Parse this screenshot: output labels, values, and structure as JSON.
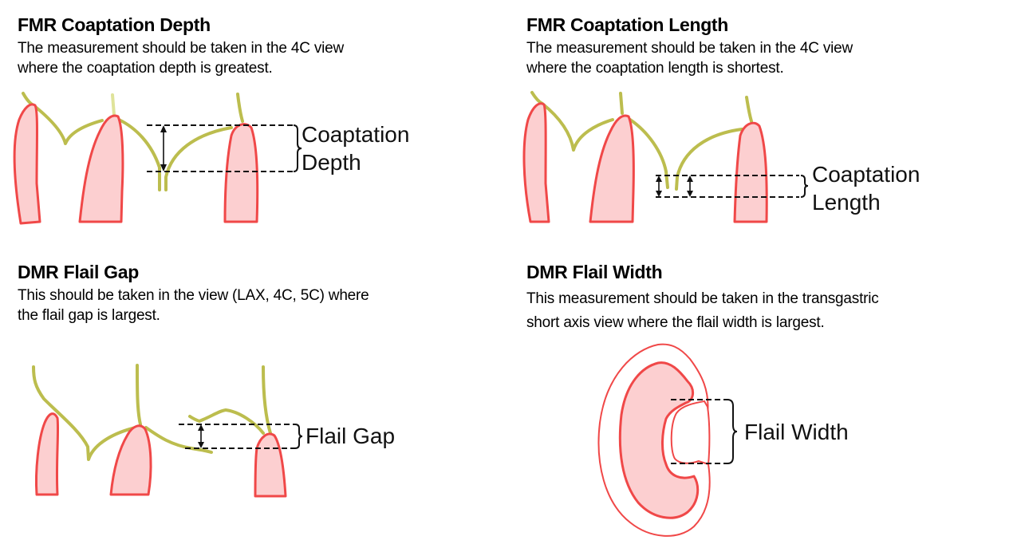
{
  "panels": {
    "fmr_depth": {
      "title": "FMR Coaptation Depth",
      "desc_line1": "The measurement should be taken in the 4C view",
      "desc_line2": "where the coaptation depth is greatest.",
      "label_line1": "Coaptation",
      "label_line2": "Depth"
    },
    "fmr_length": {
      "title": "FMR Coaptation Length",
      "desc_line1": "The measurement should be taken in the 4C view",
      "desc_line2": "where the coaptation length is shortest.",
      "label_line1": "Coaptation",
      "label_line2": "Length"
    },
    "dmr_gap": {
      "title": "DMR Flail Gap",
      "desc_line1": "This should be taken in the view (LAX, 4C, 5C) where",
      "desc_line2": "the flail gap is largest.",
      "label_line1": "Flail Gap"
    },
    "dmr_width": {
      "title": "DMR Flail Width",
      "desc_line1": "This measurement should be taken in the transgastric",
      "desc_line2": "short axis view where the flail width is largest.",
      "label_line1": "Flail Width"
    }
  },
  "colors": {
    "leaflet": "#bcbd4e",
    "wall_fill": "#fccfd0",
    "wall_stroke": "#f04848",
    "measure_line": "#111111"
  }
}
